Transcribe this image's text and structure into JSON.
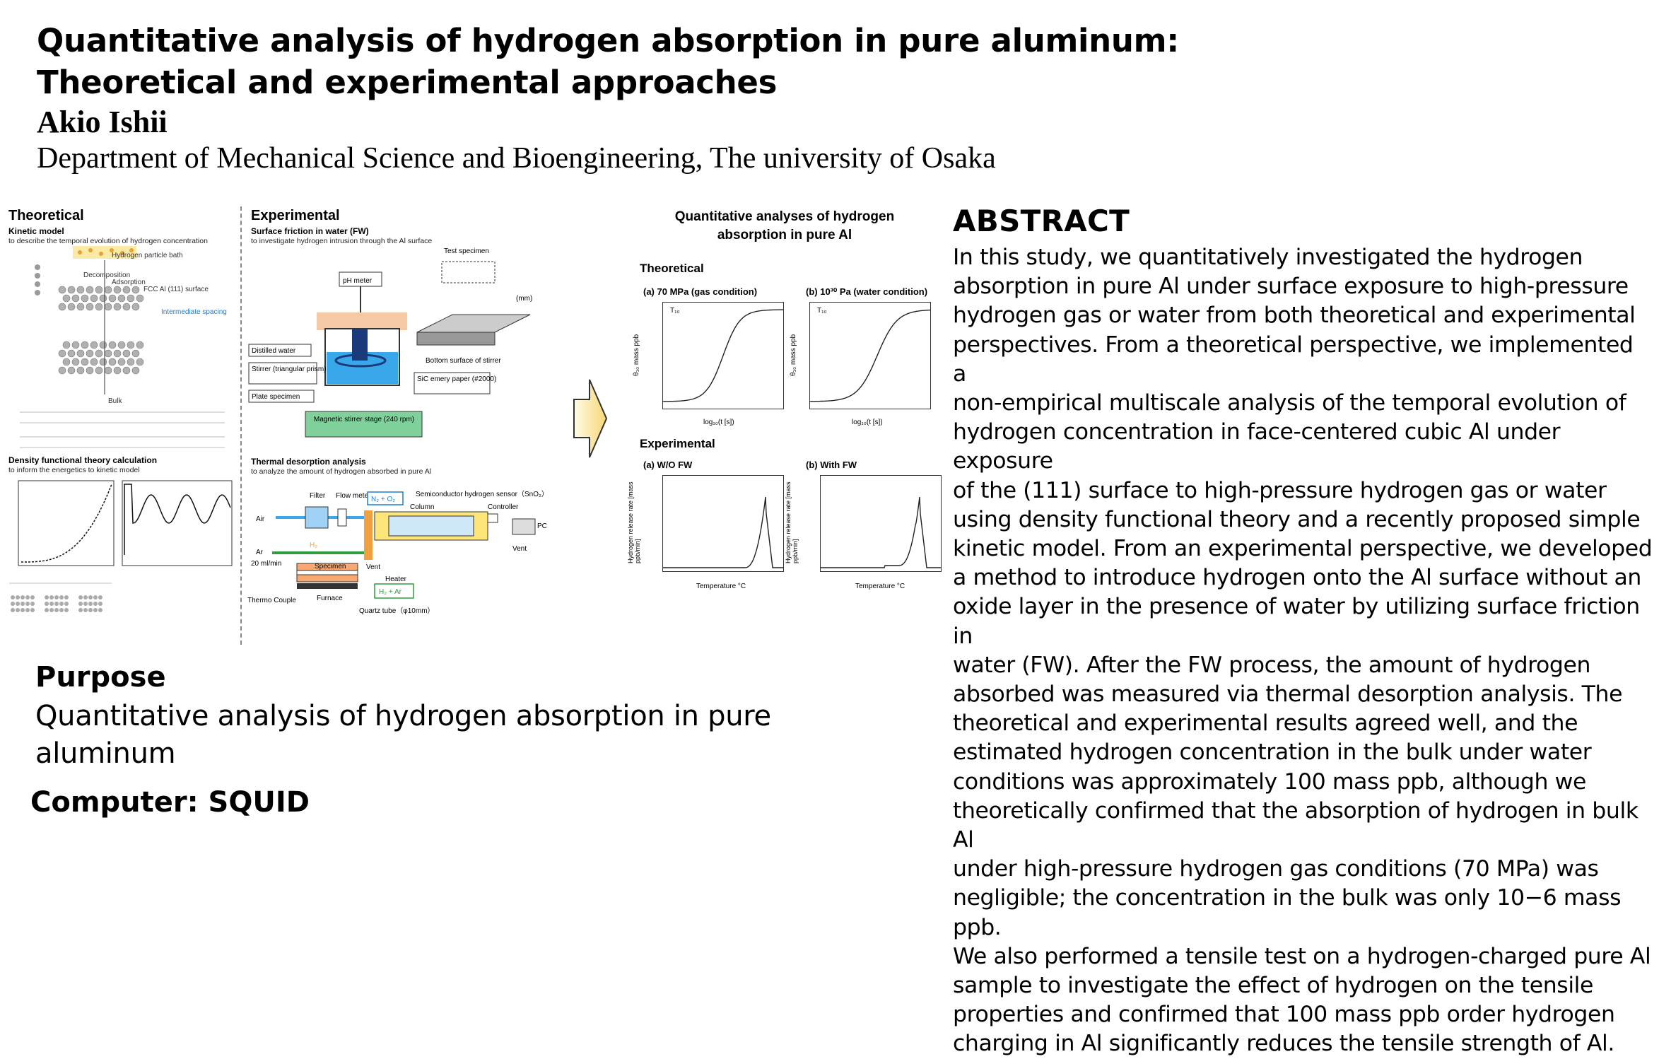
{
  "header": {
    "title": "Quantitative analysis of hydrogen absorption in pure aluminum: Theoretical and experimental approaches",
    "author": "Akio Ishii",
    "affiliation": "Department of Mechanical Science and Bioengineering, The university of Osaka"
  },
  "figure": {
    "theoretical_panel": {
      "heading": "Theoretical",
      "kinetic_title": "Kinetic model",
      "kinetic_desc": "to describe the temporal evolution of hydrogen concentration",
      "labels": [
        "Hydrogen particle bath",
        "Decomposition",
        "Adsorption",
        "FCC Al (111) surface",
        "Intermediate spacing",
        "Bulk"
      ],
      "dft_title": "Density functional theory calculation",
      "dft_desc": "to inform the energetics to kinetic model"
    },
    "experimental_panel": {
      "heading": "Experimental",
      "fw_title": "Surface friction in water (FW)",
      "fw_desc": "to investigate hydrogen intrusion through the Al surface",
      "fw_labels": {
        "ph_meter": "pH meter",
        "test_specimen": "Test specimen",
        "distilled_water": "Distilled water",
        "stirrer": "Stirrer (triangular prism)",
        "plate_specimen": "Plate specimen",
        "bottom_surface": "Bottom surface of stirrer",
        "sic_paper": "SiC emery paper (#2000)",
        "magnetic_stage": "Magnetic stirrer stage (240 rpm)",
        "mm": "(mm)"
      },
      "td_title": "Thermal desorption analysis",
      "td_desc": "to analyze the amount of hydrogen absorbed in pure Al",
      "td_labels": {
        "filter": "Filter",
        "flow_meter": "Flow meter",
        "n2o2": "N₂ + O₂",
        "sensor": "Semiconductor hydrogen sensor（SnO₂）",
        "air": "Air",
        "column": "Column",
        "controller": "Controller",
        "pc": "PC",
        "ar": "Ar",
        "flow": "20 ml/min",
        "h2": "H₂",
        "specimen": "Specimen",
        "vent1": "Vent",
        "vent2": "Vent",
        "heater": "Heater",
        "h2ar": "H₂ + Ar",
        "thermo": "Thermo Couple",
        "furnace": "Furnace",
        "quartz": "Quartz tube（φ10mm）"
      }
    },
    "results_panel": {
      "title_line1": "Quantitative analyses of hydrogen",
      "title_line2": "absorption in pure Al",
      "theoretical_label": "Theoretical",
      "plot_a_title": "(a) 70 MPa (gas condition)",
      "plot_b_title": "(b) 10³⁰ Pa (water condition)",
      "experimental_label": "Experimental",
      "plot_c_title": "(a) W/O FW",
      "plot_d_title": "(b) With FW",
      "xlabel_theory": "log₁₀(t [s])",
      "ylabel_theory": "θ₁₀ mass ppb",
      "t10": "T₁₀",
      "xlabel_exp": "Temperature °C",
      "ylabel_exp": "Hydrogen release rate [mass ppb/min]"
    }
  },
  "abstract": {
    "heading": "ABSTRACT",
    "lines": [
      "In this study, we quantitatively investigated the hydrogen",
      "absorption in pure Al under surface exposure to high-pressure",
      "hydrogen gas or water from both theoretical and experimental",
      "perspectives. From a theoretical perspective, we implemented a",
      "non-empirical multiscale analysis of the temporal evolution of",
      "hydrogen concentration in face-centered cubic Al under exposure",
      "of the (111) surface to high-pressure hydrogen gas or water",
      "using density functional theory and a recently proposed simple",
      "kinetic model. From an experimental perspective, we developed",
      "a method to introduce hydrogen onto the Al surface without an",
      "oxide layer in the presence of water by utilizing surface friction in",
      "water (FW). After the FW process, the amount of hydrogen",
      "absorbed was measured via thermal desorption analysis. The",
      "theoretical and experimental results agreed well, and the",
      "estimated hydrogen concentration in the bulk under water",
      "conditions was approximately 100 mass ppb, although we",
      "theoretically confirmed that the absorption of hydrogen in bulk Al",
      "under high-pressure hydrogen gas conditions (70 MPa) was",
      "negligible; the concentration in the bulk was only 10−6 mass ppb.",
      "We also performed a tensile test on a hydrogen-charged pure Al",
      "sample to investigate the effect of hydrogen on the tensile",
      "properties and confirmed that 100 mass ppb order hydrogen",
      "charging in Al significantly reduces the tensile strength of Al."
    ]
  },
  "purpose": {
    "heading": "Purpose",
    "line1": "Quantitative analysis of hydrogen absorption in pure",
    "line2": "aluminum"
  },
  "computer": "Computer: SQUID",
  "colors": {
    "arrow_fill": "#fde9a4",
    "stage_green": "#7fd09a",
    "water_blue": "#39a8ea",
    "orange": "#f0a040",
    "column_yellow": "#fde57a",
    "green_box": "#2e9e3e"
  }
}
